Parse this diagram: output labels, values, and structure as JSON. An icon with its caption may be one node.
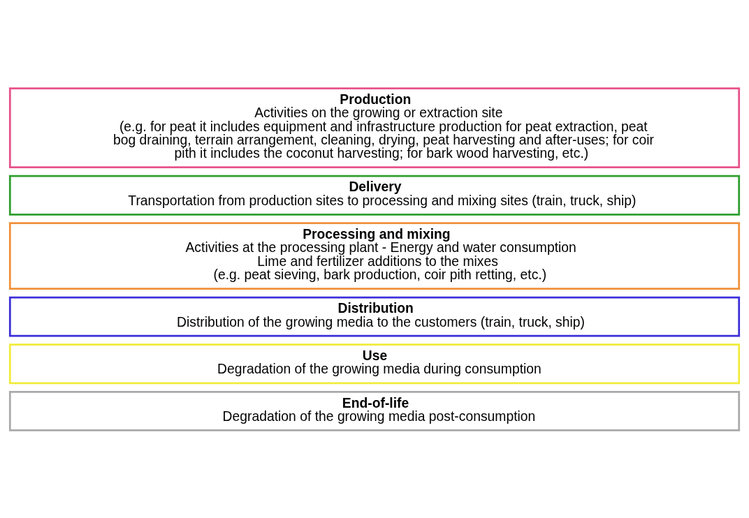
{
  "diagram": {
    "nodes": [
      {
        "text": [
          "Production",
          "Activities on the growing or extraction site",
          "(e.g. for peat it includes equipment and infrastructure production for peat extraction, peat bog draining, terrain arrangement, cleaning, drying, peat harvesting and after-uses; for coir pith it includes the coconut harvesting; for bark wood harvesting, etc.)"
        ]
      },
      {
        "text": [
          "Delivery",
          "Transportation from production sites to processing and mixing sites (train, truck, ship)"
        ]
      },
      {
        "text": [
          "Processing and mixing",
          "Activities at the processing plant - Energy and water consumption",
          "Lime and fertilizer additions to the mixes",
          "(e.g. peat sieving, bark production, coir pith retting, etc.)"
        ]
      },
      {
        "text": [
          "Distribution",
          "Distribution of the growing media to the customers (train, truck, ship)"
        ]
      },
      {
        "text": [
          "Use",
          "Degradation of the growing media during consumption"
        ]
      },
      {
        "text": [
          "End-of-life",
          "Degradation of the growing media post-consumption"
        ]
      }
    ]
  }
}
